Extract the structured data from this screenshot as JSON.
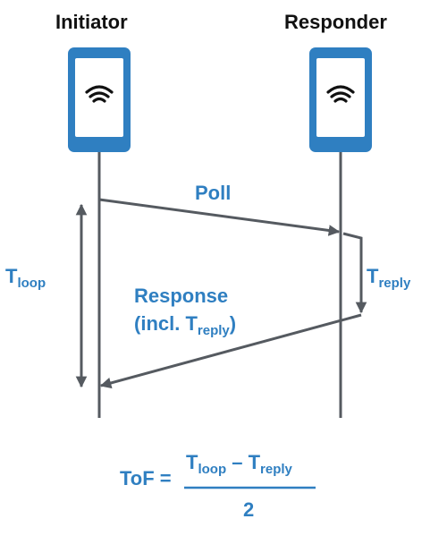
{
  "header": {
    "initiator": "Initiator",
    "responder": "Responder"
  },
  "messages": {
    "poll": "Poll",
    "response_line1": "Response",
    "response_line2_prefix": "(incl. T",
    "response_line2_sub": "reply",
    "response_line2_suffix": ")"
  },
  "intervals": {
    "loop_T": "T",
    "loop_sub": "loop",
    "reply_T": "T",
    "reply_sub": "reply"
  },
  "formula": {
    "lhs": "ToF =",
    "num_T1": "T",
    "num_sub1": "loop",
    "minus": " – ",
    "num_T2": "T",
    "num_sub2": "reply",
    "denominator": "2"
  },
  "colors": {
    "accent": "#2f7fc1",
    "line": "#555a60",
    "text": "#111111"
  },
  "icons": {
    "device": "smartphone-icon",
    "signal": "wifi-signal-icon"
  }
}
